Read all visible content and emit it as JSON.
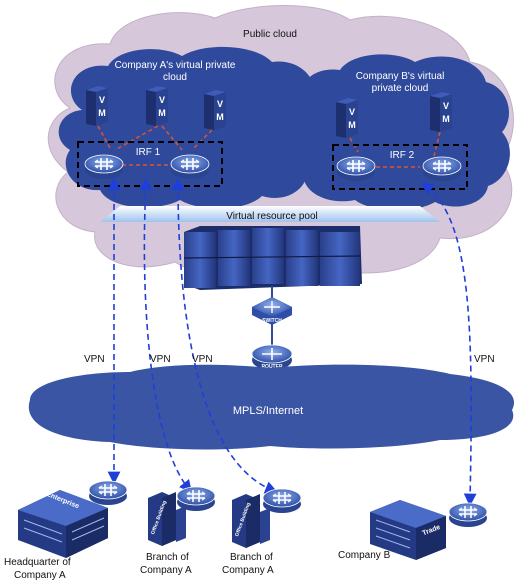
{
  "labels": {
    "public_cloud": "Public cloud",
    "company_a_cloud_l1": "Company A's virtual private",
    "company_a_cloud_l2": "cloud",
    "company_b_cloud_l1": "Company B's virtual",
    "company_b_cloud_l2": "private cloud",
    "irf1": "IRF 1",
    "irf2": "IRF 2",
    "virtual_pool": "Virtual resource pool",
    "mpls": "MPLS/Internet",
    "vpn": "VPN",
    "vm_v": "V",
    "vm_m": "M",
    "router_tag": "ROUTER",
    "switch_tag": "SWITCH",
    "enterprise": "Enterprise",
    "office_building": "Office Building",
    "trade": "Trade",
    "site_hq_l1": "Headquarter of",
    "site_hq_l2": "Company A",
    "site_branch1_l1": "Branch of",
    "site_branch1_l2": "Company A",
    "site_branch2_l1": "Branch of",
    "site_branch2_l2": "Company A",
    "site_b": "Company B"
  },
  "colors": {
    "public_cloud": "#d6c8da",
    "private_cloud": "#2f4a9c",
    "mpls_cloud": "#3a55a4",
    "vpn_line": "#1f3fd8",
    "irf_link": "#e0522a",
    "device_blue": "#3b5bb5"
  }
}
